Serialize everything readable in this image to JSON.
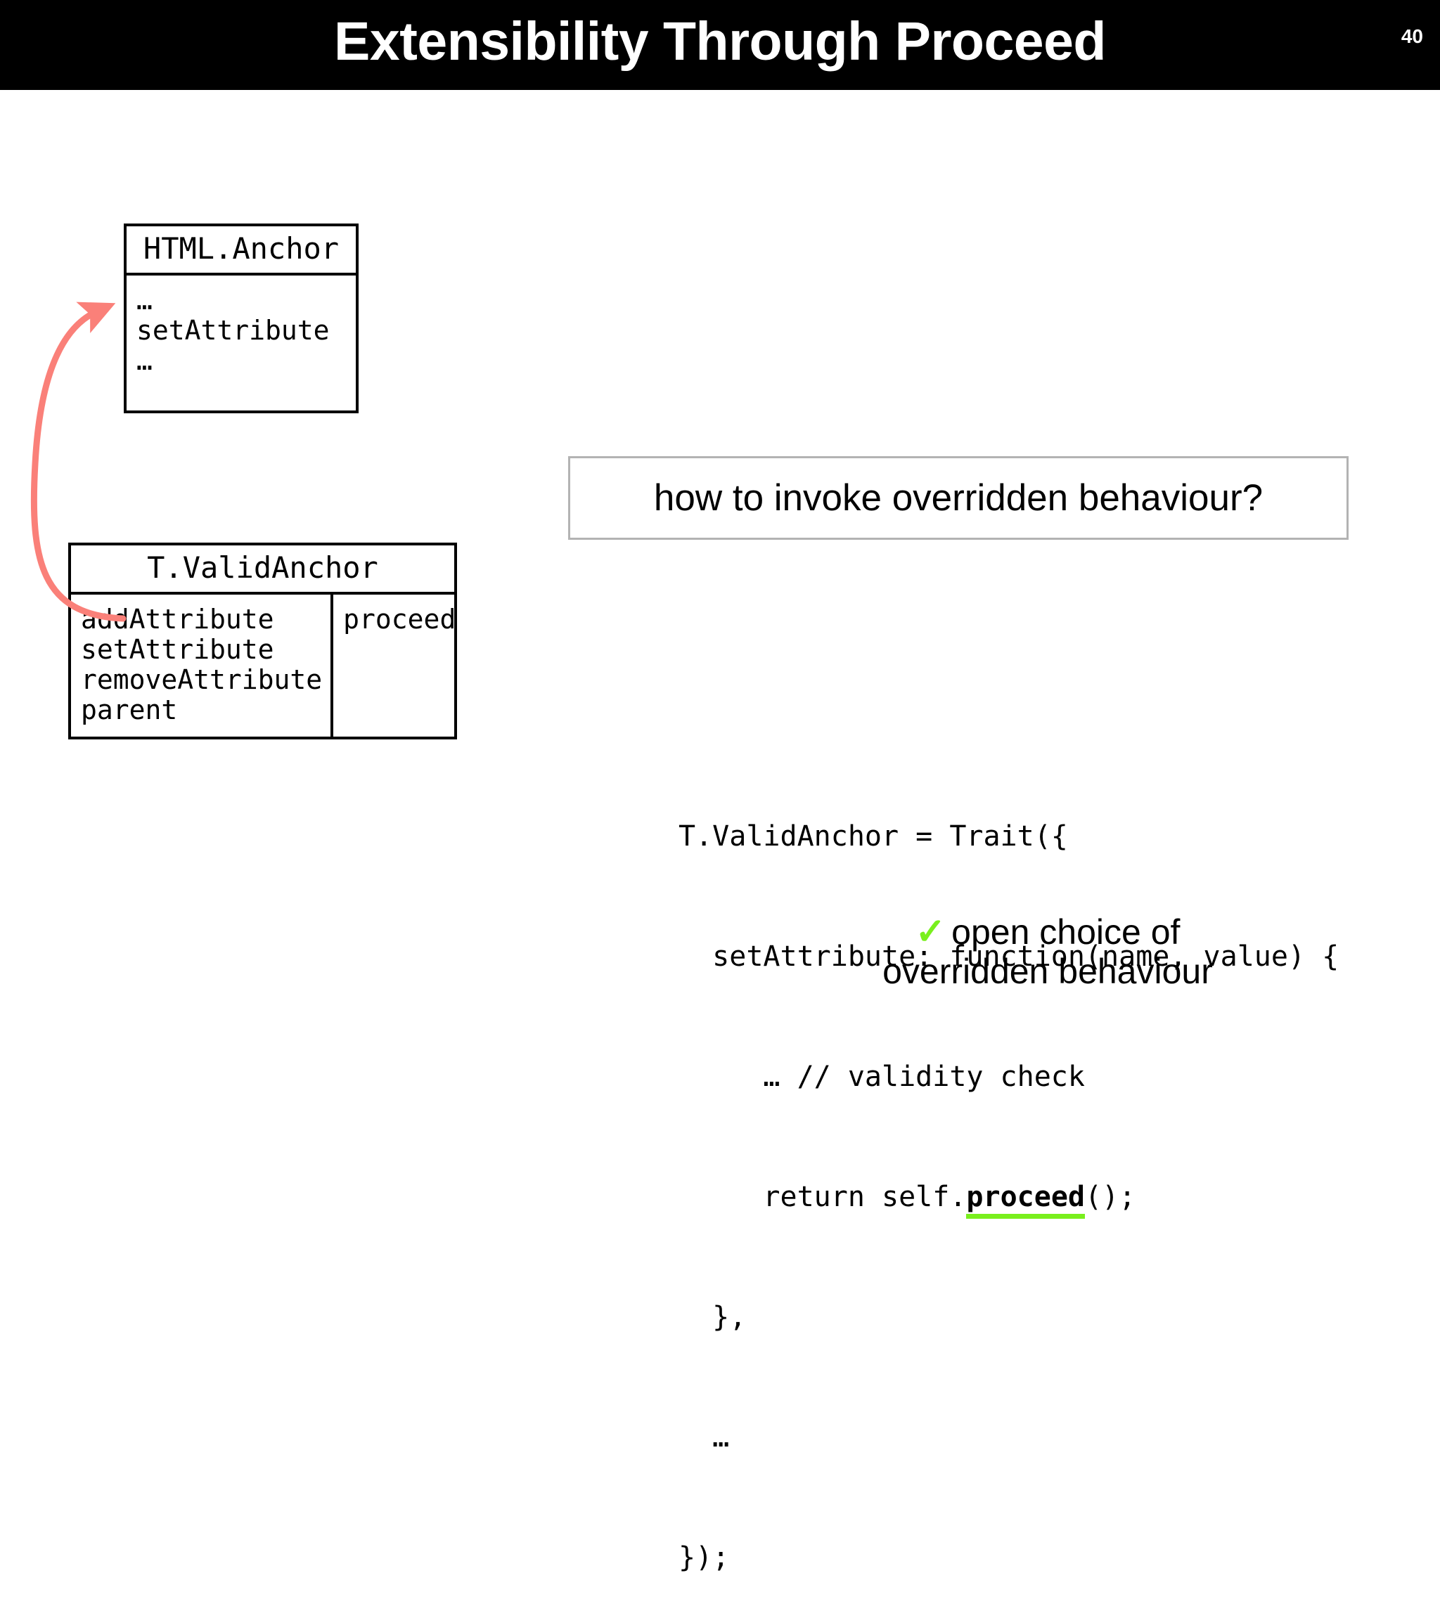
{
  "slide": {
    "title": "Extensibility Through Proceed",
    "number": "40",
    "title_bar_color": "#000000",
    "title_text_color": "#ffffff",
    "background_color": "#ffffff"
  },
  "html_anchor_box": {
    "title": "HTML.Anchor",
    "members": [
      "…",
      "setAttribute",
      "…"
    ]
  },
  "valid_anchor_box": {
    "title": "T.ValidAnchor",
    "left_members": [
      "addAttribute",
      "setAttribute",
      "removeAttribute",
      "parent"
    ],
    "right_members": [
      "proceed"
    ]
  },
  "arrow": {
    "name": "proceed-delegation-arrow",
    "color": "#fa8079",
    "from": "T.ValidAnchor setAttribute",
    "to": "HTML.Anchor setAttribute"
  },
  "question": {
    "text": "how to invoke overridden behaviour?",
    "border_color": "#b3b3b3"
  },
  "code": {
    "lines": [
      "T.ValidAnchor = Trait({",
      "  setAttribute: function(name, value) {",
      "     … // validity check",
      "     return self.",
      "    },",
      "  …",
      "});"
    ],
    "line0": "T.ValidAnchor = Trait({",
    "line1": "  setAttribute: function(name, value) {",
    "line2": "     … // validity check",
    "line3_prefix": "     return self.",
    "line3_highlight": "proceed",
    "line3_suffix": "();",
    "line4": "  },",
    "line5": "  …",
    "line6": "});",
    "highlight_color": "#79ef1d"
  },
  "annotation": {
    "check_glyph": "✓",
    "check_color": "#79ef1d",
    "line1": "open choice of",
    "line2": "overridden behaviour"
  }
}
